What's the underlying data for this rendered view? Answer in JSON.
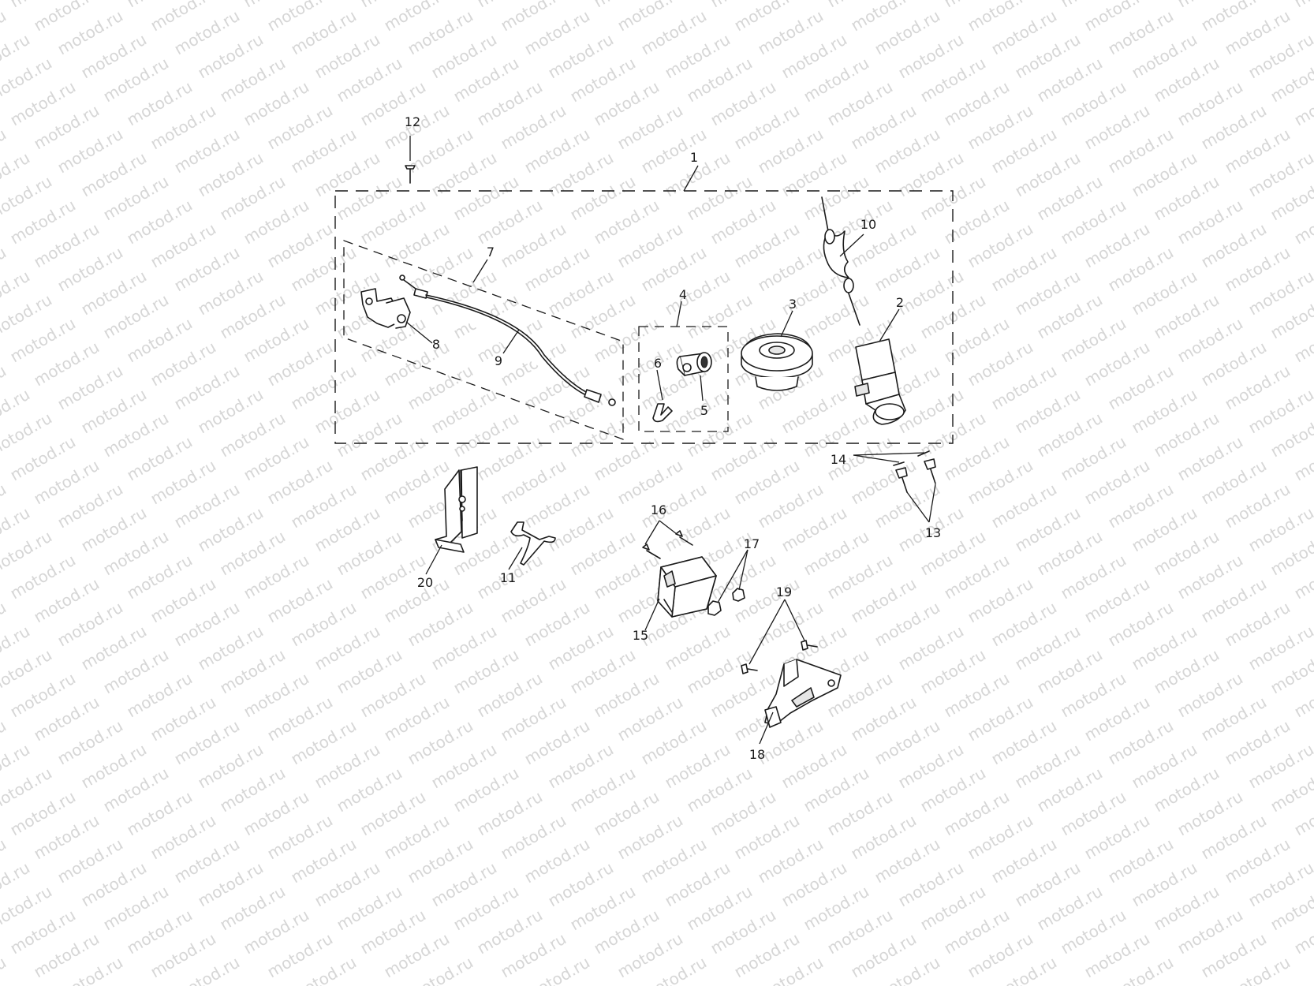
{
  "watermark": {
    "text": "motod.ru",
    "color": "#d6d6d6"
  },
  "callouts": {
    "c1": "1",
    "c2": "2",
    "c3": "3",
    "c4": "4",
    "c5": "5",
    "c6": "6",
    "c7": "7",
    "c8": "8",
    "c9": "9",
    "c10": "10",
    "c11": "11",
    "c12": "12",
    "c13": "13",
    "c14": "14",
    "c15": "15",
    "c16": "16",
    "c17": "17",
    "c18": "18",
    "c19": "19",
    "c20": "20"
  },
  "colors": {
    "line": "#1a1a1a",
    "background": "#ffffff"
  }
}
